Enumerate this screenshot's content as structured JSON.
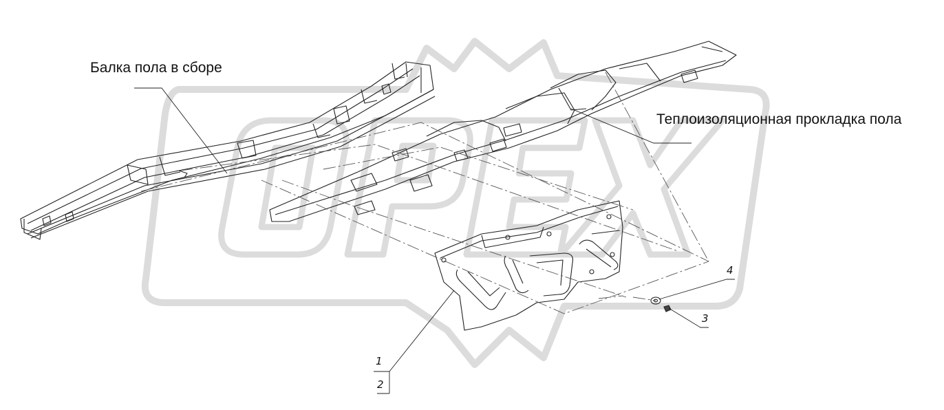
{
  "labels": {
    "floor_beam_assembly": "Балка пола в сборе",
    "floor_insulation_pad": "Теплоизоляционная прокладка пола",
    "callout_1": "1",
    "callout_2": "2",
    "callout_3": "3",
    "callout_4": "4"
  },
  "watermark": {
    "text": "OPEX",
    "color": "#d9d9d9"
  },
  "colors": {
    "line": "#222222",
    "dash": "#555555"
  }
}
